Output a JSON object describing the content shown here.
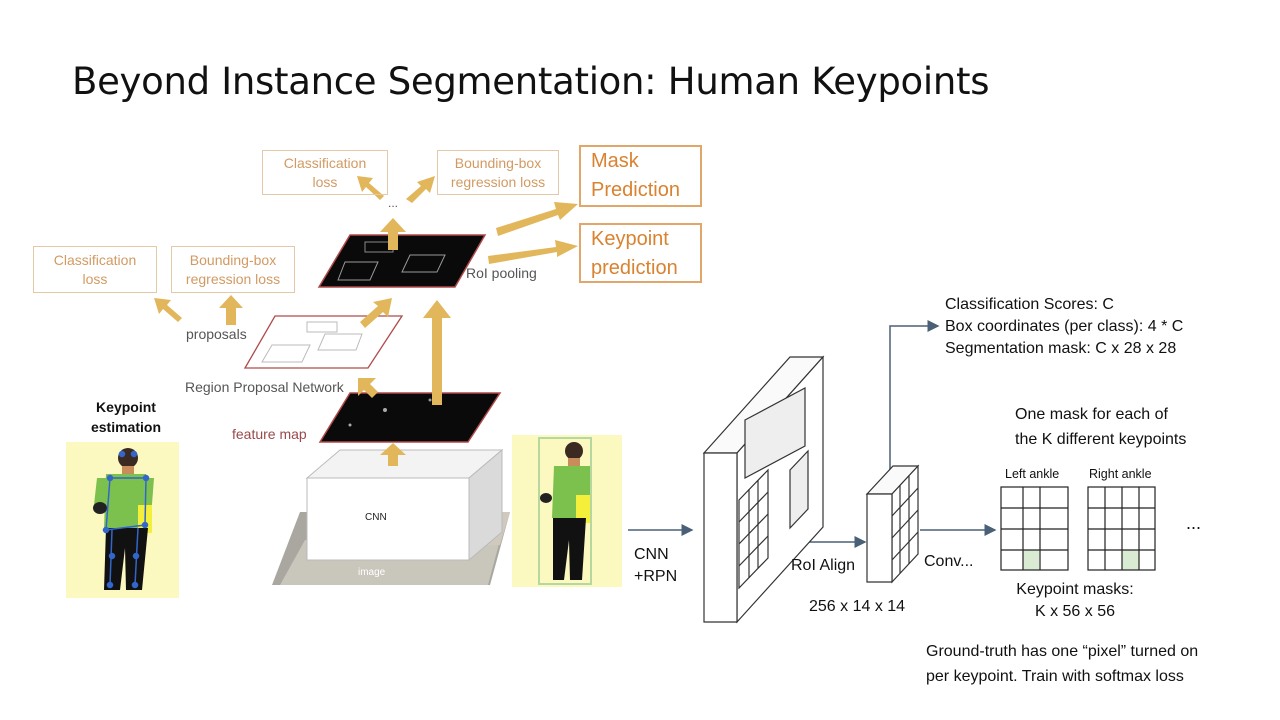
{
  "slide": {
    "title": "Beyond Instance Segmentation: Human Keypoints"
  },
  "frcnn": {
    "top_cls_loss": "Classification\nloss",
    "top_bbox_loss": "Bounding-box\nregression loss",
    "ellipsis": "...",
    "mask_prediction": "Mask\nPrediction",
    "keypoint_prediction": "Keypoint\nprediction",
    "roi_pooling": "RoI pooling",
    "left_cls_loss": "Classification\nloss",
    "left_bbox_loss": "Bounding-box\nregression loss",
    "proposals": "proposals",
    "rpn": "Region Proposal Network",
    "feature_map": "feature map",
    "cnn": "CNN",
    "image": "image"
  },
  "left": {
    "keypoint_estimation": "Keypoint\nestimation"
  },
  "pipeline": {
    "cnn_rpn": "CNN\n+RPN",
    "roi_align": "RoI Align",
    "dims": "256 x 14 x 14",
    "conv": "Conv...",
    "outputs": "Classification Scores: C\nBox coordinates (per class): 4 * C\nSegmentation mask: C x 28 x 28",
    "one_mask": "One mask for each of\nthe K different keypoints",
    "left_ankle": "Left ankle",
    "right_ankle": "Right ankle",
    "dots": "...",
    "keypoint_masks": "Keypoint masks:\nK x 56 x 56",
    "ground_truth": "Ground-truth has one “pixel” turned on\nper keypoint. Train with softmax loss"
  },
  "colors": {
    "arrow_gold": "#e2b65a",
    "box_tan": "#e3c9a8",
    "box_orange": "#e0a66a",
    "figure_bg": "#fbf8c0",
    "highlight_cell": "#d9ebd3"
  }
}
